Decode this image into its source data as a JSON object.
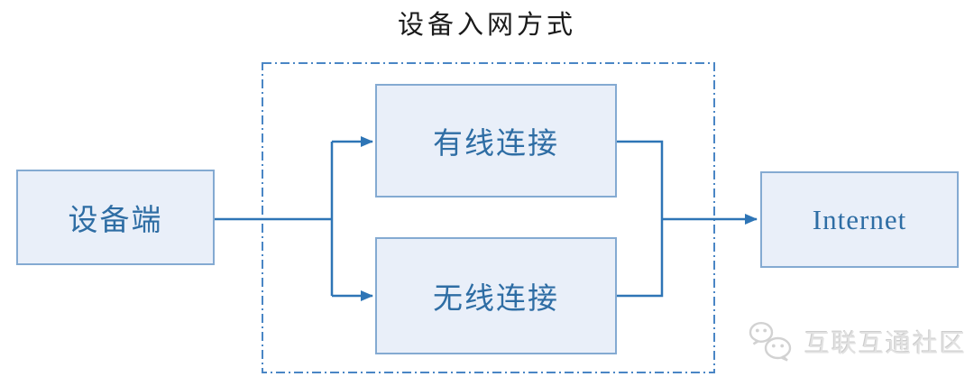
{
  "title": "设备入网方式",
  "nodes": {
    "device": {
      "label": "设备端"
    },
    "wired": {
      "label": "有线连接"
    },
    "wireless": {
      "label": "无线连接"
    },
    "internet": {
      "label": "Internet"
    }
  },
  "watermark": {
    "text": "互联互通社区",
    "icon": "wechat-icon"
  },
  "colors": {
    "connector": "#2e75b6",
    "dash_border": "#4a86c5",
    "box_fill": "#e9eff9",
    "box_border": "#84aad2",
    "node_text": "#2e6da4",
    "title_text": "#1a1a1a",
    "watermark_text": "#e2e2e2"
  }
}
